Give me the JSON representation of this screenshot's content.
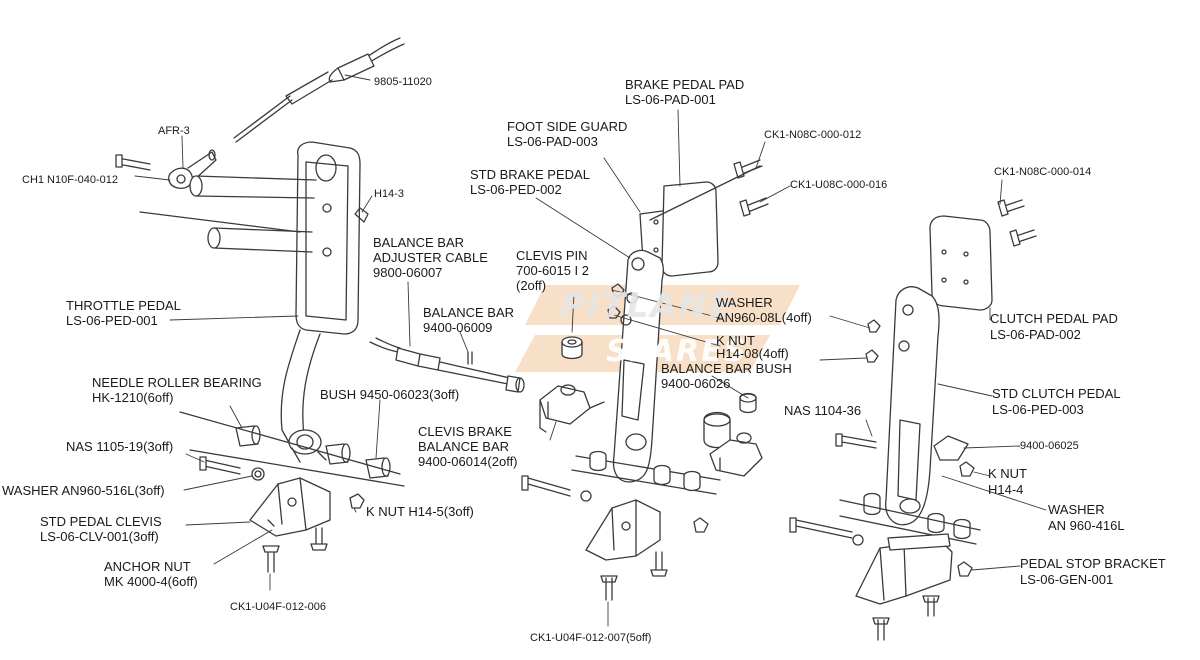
{
  "watermark": {
    "line1": "PITLANE",
    "line2": "SPARES",
    "color": "#e8a75a"
  },
  "colors": {
    "line": "#3a3a3a",
    "text": "#1a1a1a",
    "background": "#ffffff"
  },
  "callouts": {
    "c9805": "9805-11020",
    "afr3": "AFR-3",
    "ch1": "CH1 N10F-040-012",
    "h143": "H14-3",
    "bb_cable_1": "BALANCE BAR",
    "bb_cable_2": "ADJUSTER CABLE",
    "bb_cable_3": "9800-06007",
    "balance_bar_1": "BALANCE BAR",
    "balance_bar_2": "9400-06009",
    "throttle_1": "THROTTLE PEDAL",
    "throttle_2": "LS-06-PED-001",
    "needle_1": "NEEDLE ROLLER BEARING",
    "needle_2": "HK-1210(6off)",
    "bush": "BUSH 9450-06023(3off)",
    "nas1105": "NAS 1105-19(3off)",
    "washer516": "WASHER AN960-516L(3off)",
    "knut_h145": "K NUT H14-5(3off)",
    "clevis_1": "STD PEDAL CLEVIS",
    "clevis_2": "LS-06-CLV-001(3off)",
    "anchor_1": "ANCHOR NUT",
    "anchor_2": "MK 4000-4(6off)",
    "ck1_006": "CK1-U04F-012-006",
    "ck1_007": "CK1-U04F-012-007(5off)",
    "brake_pad_1": "BRAKE PEDAL PAD",
    "brake_pad_2": "LS-06-PAD-001",
    "foot_guard_1": "FOOT SIDE GUARD",
    "foot_guard_2": "LS-06-PAD-003",
    "std_brake_1": "STD BRAKE PEDAL",
    "std_brake_2": "LS-06-PED-002",
    "clevis_pin_1": "CLEVIS PIN",
    "clevis_pin_2": "700-6015 I 2",
    "clevis_pin_3": "(2off)",
    "ck1_n08c_012": "CK1-N08C-000-012",
    "ck1_u08c_016": "CK1-U08C-000-016",
    "ck1_n08c_014": "CK1-N08C-000-014",
    "washer08_1": "WASHER",
    "washer08_2": "AN960-08L(4off)",
    "knut08_1": "K NUT",
    "knut08_2": "H14-08(4off)",
    "bb_bush_1": "BALANCE BAR BUSH",
    "bb_bush_2": "9400-06026",
    "clevis_brake_1": "CLEVIS BRAKE",
    "clevis_brake_2": "BALANCE BAR",
    "clevis_brake_3": "9400-06014(2off)",
    "clutch_pad_1": "CLUTCH PEDAL PAD",
    "clutch_pad_2": "LS-06-PAD-002",
    "std_clutch_1": "STD CLUTCH PEDAL",
    "std_clutch_2": "LS-06-PED-003",
    "nas1104": "NAS 1104-36",
    "p9400_025": "9400-06025",
    "knut_h144_1": "K NUT",
    "knut_h144_2": "H14-4",
    "washer416_1": "WASHER",
    "washer416_2": "AN 960-416L",
    "stop_1": "PEDAL STOP BRACKET",
    "stop_2": "LS-06-GEN-001"
  }
}
